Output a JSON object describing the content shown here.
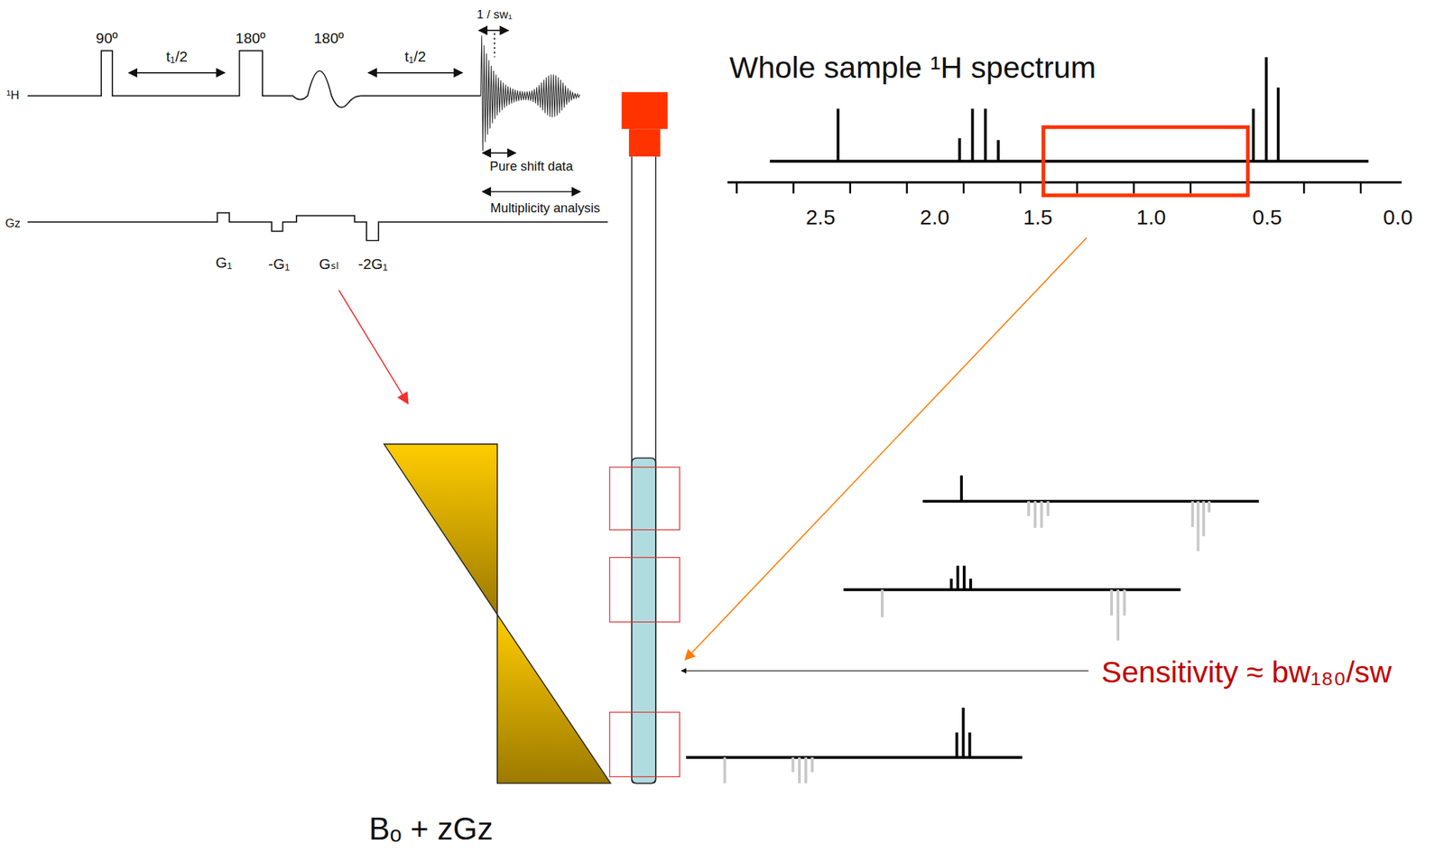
{
  "diagram": {
    "labels": [
      "90º",
      "t₁/2",
      "180º",
      "180º",
      "t₁/2",
      "1 / sw₁",
      "¹H",
      "Pure shift data",
      "Multiplicity analysis",
      "Gz",
      "G₁",
      "-G₁",
      "Gₛₗ",
      "-2G₁",
      "Whole sample ¹H spectrum",
      "2.5",
      "2.0",
      "1.5",
      "1.0",
      "0.5",
      "0.0",
      "Sensitivity ≈ bw₁₈₀/sw",
      "Bₒ + zGz"
    ]
  }
}
